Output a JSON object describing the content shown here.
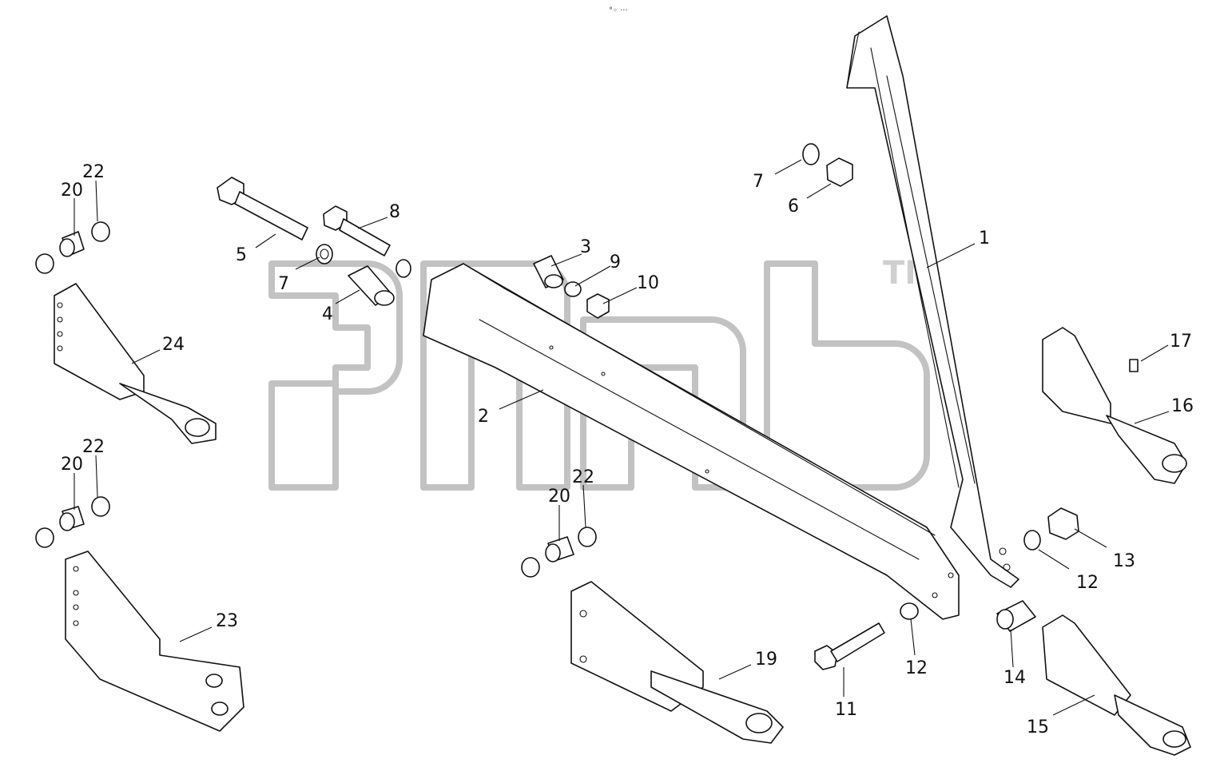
{
  "diagram": {
    "top_mark": "°◦ ···",
    "watermark": {
      "trademark": "TM"
    },
    "callouts": [
      {
        "id": "c1",
        "label": "1"
      },
      {
        "id": "c2",
        "label": "2"
      },
      {
        "id": "c3",
        "label": "3"
      },
      {
        "id": "c4",
        "label": "4"
      },
      {
        "id": "c5",
        "label": "5"
      },
      {
        "id": "c6",
        "label": "6"
      },
      {
        "id": "c7a",
        "label": "7"
      },
      {
        "id": "c7b",
        "label": "7"
      },
      {
        "id": "c8",
        "label": "8"
      },
      {
        "id": "c9",
        "label": "9"
      },
      {
        "id": "c10",
        "label": "10"
      },
      {
        "id": "c11",
        "label": "11"
      },
      {
        "id": "c12a",
        "label": "12"
      },
      {
        "id": "c12b",
        "label": "12"
      },
      {
        "id": "c13",
        "label": "13"
      },
      {
        "id": "c14",
        "label": "14"
      },
      {
        "id": "c15",
        "label": "15"
      },
      {
        "id": "c16",
        "label": "16"
      },
      {
        "id": "c17",
        "label": "17"
      },
      {
        "id": "c19",
        "label": "19"
      },
      {
        "id": "c20a",
        "label": "20"
      },
      {
        "id": "c20b",
        "label": "20"
      },
      {
        "id": "c20c",
        "label": "20"
      },
      {
        "id": "c22a",
        "label": "22"
      },
      {
        "id": "c22b",
        "label": "22"
      },
      {
        "id": "c22c",
        "label": "22"
      },
      {
        "id": "c23",
        "label": "23"
      },
      {
        "id": "c24",
        "label": "24"
      }
    ]
  }
}
